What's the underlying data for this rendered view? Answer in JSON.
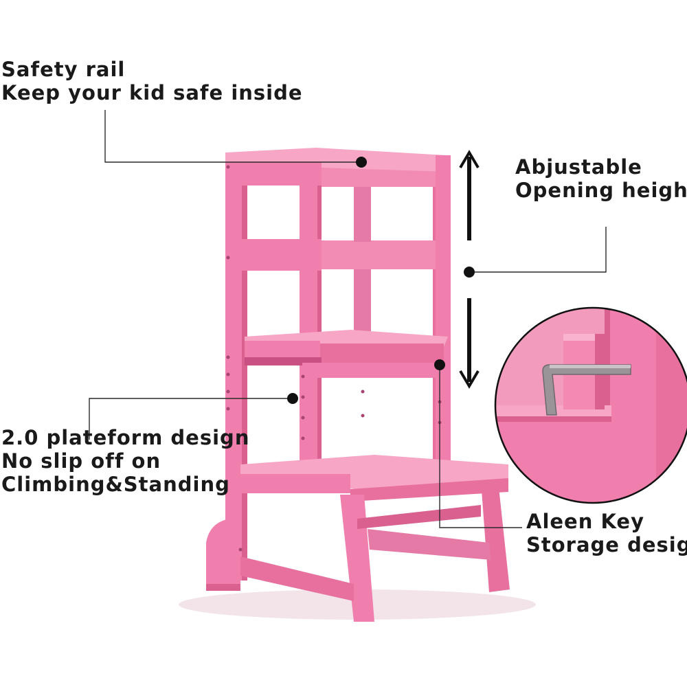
{
  "callouts": {
    "safety": {
      "line1": "Safety rail",
      "line2": "Keep your kid safe inside"
    },
    "adjustable": {
      "line1": "Abjustable",
      "line2": "Opening height"
    },
    "platform": {
      "line1": "2.0 plateform design",
      "line2": "No slip off on",
      "line3": "Climbing&Standing"
    },
    "key": {
      "line1": "Aleen Key",
      "line2": "Storage design"
    }
  },
  "colors": {
    "wood": "#f07fae",
    "wood_light": "#f7a6c6",
    "wood_dark": "#d9608f",
    "wood_shadow": "#c95083",
    "text": "#1a1a1a",
    "line": "#2a2a2a",
    "key_metal": "#9a9398"
  }
}
